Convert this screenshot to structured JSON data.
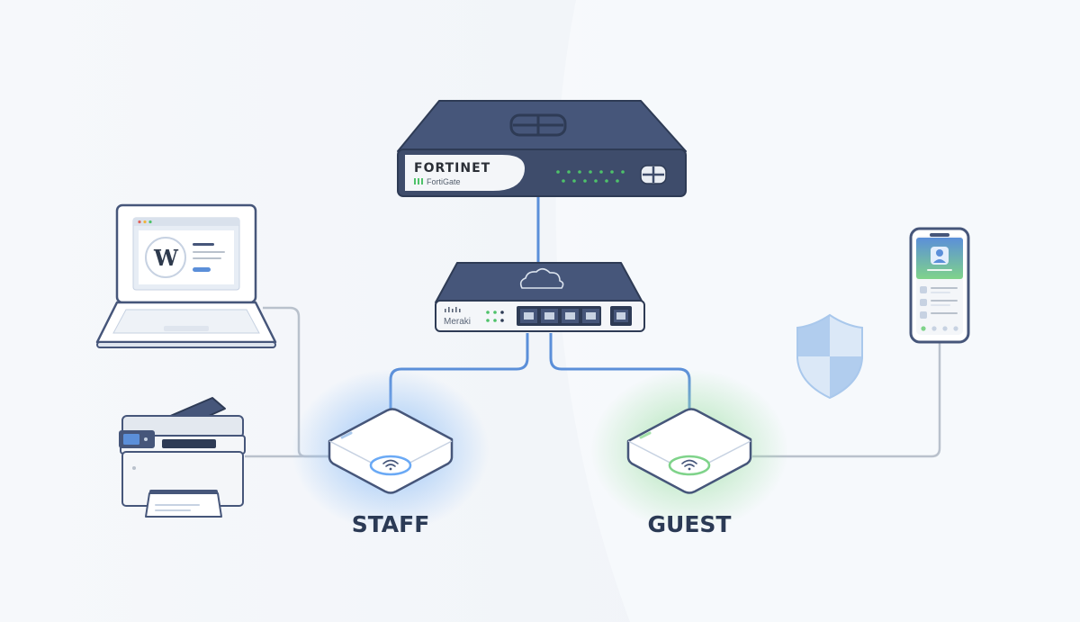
{
  "firewall": {
    "brand": "FORTINET",
    "model": "FortiGate"
  },
  "switch": {
    "brand": "Meraki"
  },
  "access_points": [
    {
      "label": "STAFF",
      "glow": "#6aa9f5"
    },
    {
      "label": "GUEST",
      "glow": "#7fd38a"
    }
  ],
  "laptop": {
    "logo_letter": "W"
  },
  "colors": {
    "device_dark": "#4a5a78",
    "cable_blue": "#5b8fd9",
    "cable_gray": "#b9c1cc",
    "led_green": "#4ec26a",
    "shield": "#a9c8ec"
  }
}
